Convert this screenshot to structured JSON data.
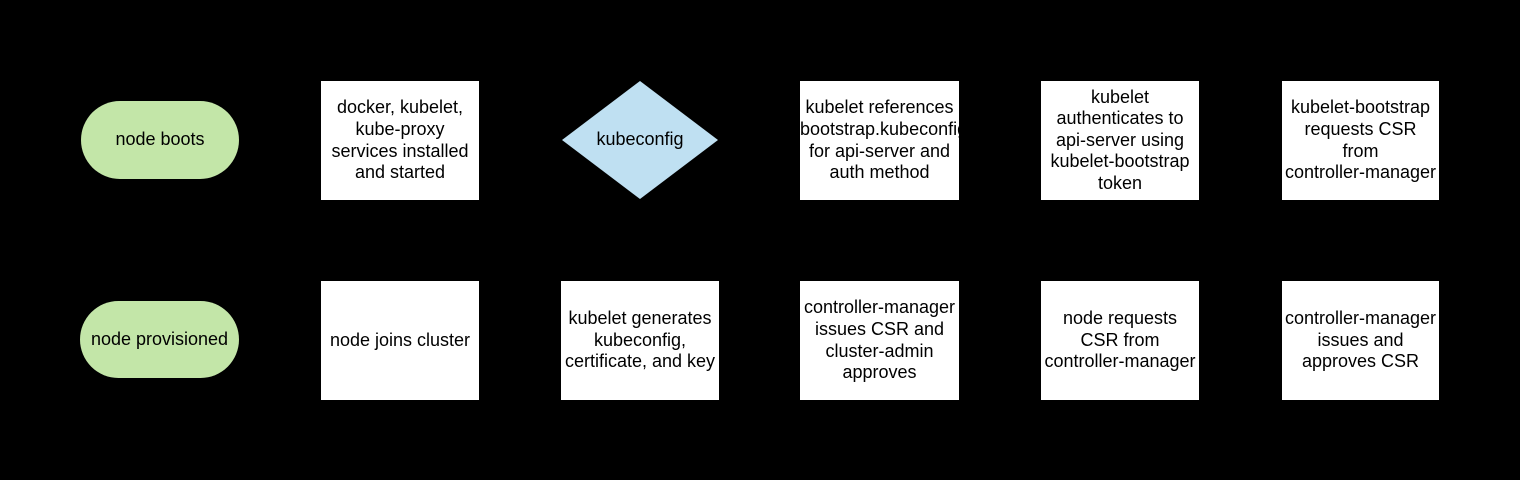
{
  "diagram": {
    "background": "#000000",
    "colors": {
      "terminal_fill": "#c3e6a8",
      "decision_fill": "#bfe0f2",
      "process_fill": "#ffffff",
      "text": "#000000"
    },
    "nodes": [
      {
        "id": "node-boots",
        "type": "terminal",
        "label": "node boots"
      },
      {
        "id": "services-installed",
        "type": "process",
        "label": "docker, kubelet,\nkube-proxy\nservices installed\nand started"
      },
      {
        "id": "kubeconfig-decision",
        "type": "decision",
        "label": "kubeconfig"
      },
      {
        "id": "kubelet-references-bootstrap",
        "type": "process",
        "label": "kubelet references\nbootstrap.kubeconfig\nfor api-server and\nauth method"
      },
      {
        "id": "kubelet-authenticates",
        "type": "process",
        "label": "kubelet\nauthenticates to\napi-server using\nkubelet-bootstrap\ntoken"
      },
      {
        "id": "kubelet-bootstrap-requests-csr",
        "type": "process",
        "label": "kubelet-bootstrap\nrequests CSR\nfrom\ncontroller-manager"
      },
      {
        "id": "node-provisioned",
        "type": "terminal",
        "label": "node provisioned"
      },
      {
        "id": "node-joins-cluster",
        "type": "process",
        "label": "node joins cluster"
      },
      {
        "id": "kubelet-generates-kubeconfig",
        "type": "process",
        "label": "kubelet generates\nkubeconfig,\ncertificate, and key"
      },
      {
        "id": "cm-issues-csr-admin-approves",
        "type": "process",
        "label": "controller-manager\nissues CSR and\ncluster-admin\napproves"
      },
      {
        "id": "node-requests-csr",
        "type": "process",
        "label": "node requests\nCSR from\ncontroller-manager"
      },
      {
        "id": "cm-issues-and-approves-csr",
        "type": "process",
        "label": "controller-manager\nissues and\napproves CSR"
      }
    ]
  }
}
